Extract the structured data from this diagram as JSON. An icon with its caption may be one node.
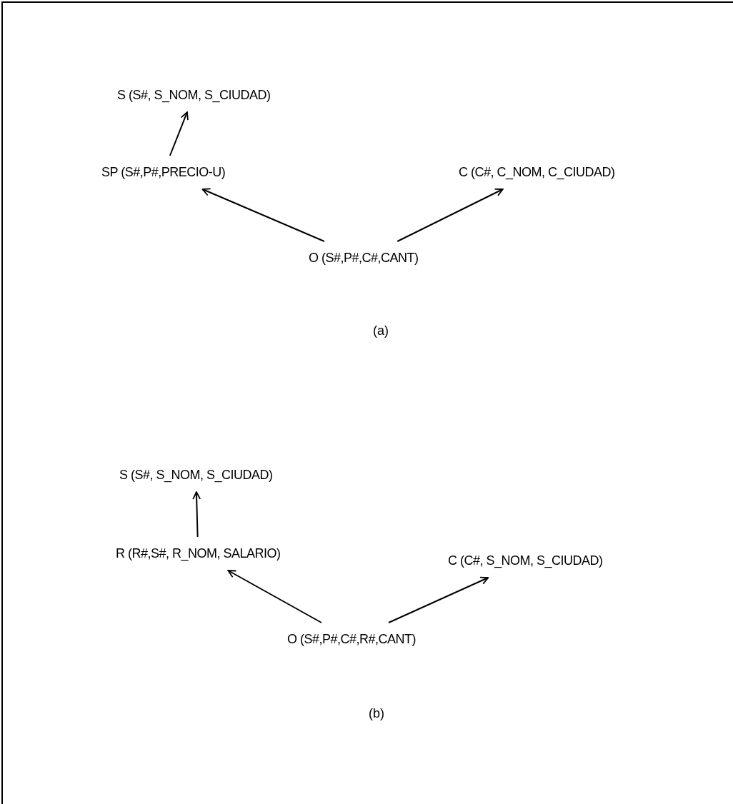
{
  "diagram": {
    "nodes": [
      {
        "text": [
          "S (S#, S_NOM, S_CIUDAD)"
        ]
      },
      {
        "text": [
          "SP (S#,P#,PRECIO-U)"
        ]
      },
      {
        "text": [
          "C (C#, C_NOM, C_CIUDAD)"
        ]
      },
      {
        "text": [
          "O (S#,P#,C#,CANT)"
        ]
      },
      {
        "text": [
          "S (S#, S_NOM, S_CIUDAD)"
        ]
      },
      {
        "text": [
          "R (R#,S#, R_NOM, SALARIO)"
        ]
      },
      {
        "text": [
          "C (C#, S_NOM, S_CIUDAD)"
        ]
      },
      {
        "text": [
          "O (S#,P#,C#,R#,CANT)"
        ]
      }
    ],
    "edges": [
      {
        "from": 1,
        "to": 0,
        "arrow": "to"
      },
      {
        "from": 3,
        "to": 1,
        "arrow": "to"
      },
      {
        "from": 3,
        "to": 2,
        "arrow": "to"
      },
      {
        "from": 5,
        "to": 4,
        "arrow": "to"
      },
      {
        "from": 7,
        "to": 5,
        "arrow": "to"
      },
      {
        "from": 7,
        "to": 6,
        "arrow": "to"
      }
    ],
    "labels": [
      "(a)",
      "(b)"
    ]
  }
}
